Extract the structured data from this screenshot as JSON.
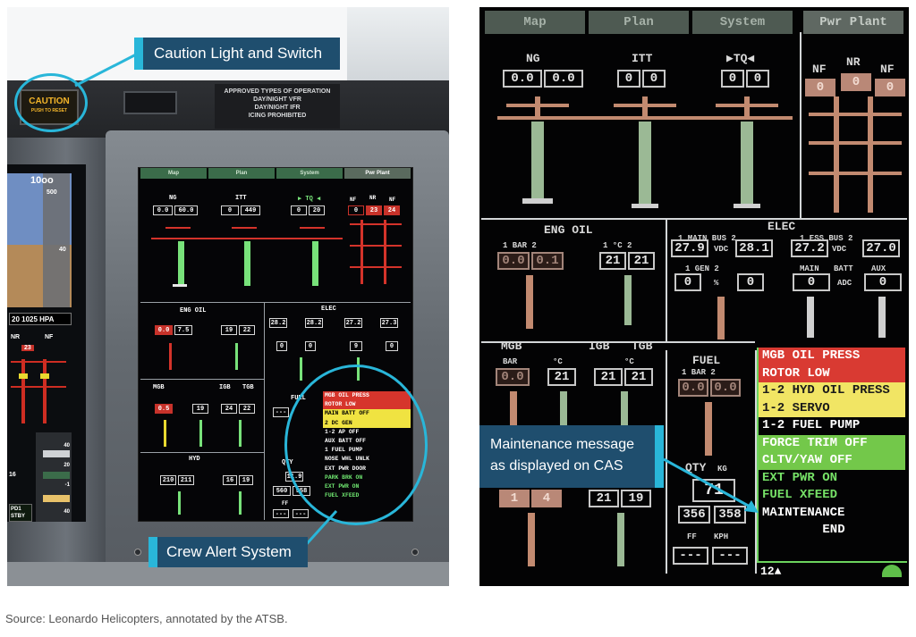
{
  "annotations": {
    "caution": "Caution Light and Switch",
    "crew_alert": "Crew Alert System",
    "maintenance": [
      "Maintenance message",
      "as displayed on CAS"
    ]
  },
  "source_caption": "Source: Leonardo Helicopters, annotated by the ATSB.",
  "photo": {
    "caution_light": {
      "label": "CAUTION",
      "sub": "PUSH TO RESET"
    },
    "placard": [
      "APPROVED TYPES OF OPERATION",
      "DAY/NIGHT VFR",
      "DAY/NIGHT IFR",
      "ICING PROHIBITED"
    ],
    "pfd": {
      "airspeed": "10oo",
      "tape_top": "500",
      "tape_mid": "40",
      "baro": "20 1025 HPA",
      "nr": "NR",
      "nf": "NF",
      "nr_value": "23",
      "scale": [
        "40",
        "20",
        "-1",
        "40"
      ],
      "left_num": "16",
      "pd_label": [
        "PD1",
        "STBY"
      ]
    },
    "mfd": {
      "tabs": [
        "Map",
        "Plan",
        "System",
        "Pwr Plant"
      ],
      "ng": "NG",
      "itt": "ITT",
      "tq": "▶ TQ ◀",
      "ng_values": [
        "0.0",
        "60.0"
      ],
      "itt_values": [
        "0",
        "449"
      ],
      "tq_values": [
        "0",
        "20"
      ],
      "nf": "NF",
      "nr": "NR",
      "nf2": "NF",
      "nf_values": [
        "0",
        "23",
        "24"
      ],
      "eng_oil": "ENG OIL",
      "eng_oil_values": [
        "0.0",
        "7.5"
      ],
      "eng_oil_temp": [
        "19",
        "22"
      ],
      "elec": "ELEC",
      "elec_values": [
        "28.2",
        "28.2",
        "27.2",
        "27.3"
      ],
      "elec_row2": [
        "0",
        "0",
        "9",
        "0"
      ],
      "mgb": "MGB",
      "igb": "IGB",
      "tgb": "TGB",
      "mgb_values": [
        "0.5",
        "19",
        "24",
        "22"
      ],
      "fuel": "FUEL",
      "qty": "QTY",
      "fuel_values": [
        "---",
        "11",
        "11.9",
        "560",
        "558"
      ],
      "hyd": "HYD",
      "hyd_values": [
        "210",
        "211",
        "16",
        "19"
      ],
      "ff": "FF",
      "ff_values": [
        "---",
        "---"
      ],
      "cas": [
        {
          "text": "MGB OIL PRESS",
          "style": "red"
        },
        {
          "text": "ROTOR LOW",
          "style": "red"
        },
        {
          "text": "MAIN BATT OFF",
          "style": "amb"
        },
        {
          "text": "2 DC GEN",
          "style": "amb"
        },
        {
          "text": "1-2 AP OFF",
          "style": "wht"
        },
        {
          "text": "AUX BATT OFF",
          "style": "wht"
        },
        {
          "text": "1 FUEL PUMP",
          "style": "wht"
        },
        {
          "text": "NOSE WHL UNLK",
          "style": "wht"
        },
        {
          "text": "EXT PWR DOOR",
          "style": "wht"
        },
        {
          "text": "PARK BRK ON",
          "style": "grn"
        },
        {
          "text": "EXT PWR ON",
          "style": "grn"
        },
        {
          "text": "FUEL XFEED",
          "style": "grn"
        }
      ]
    }
  },
  "screen": {
    "tabs": [
      "Map",
      "Plan",
      "System",
      "Pwr Plant"
    ],
    "ng": "NG",
    "itt": "ITT",
    "tq": "▶TQ◀",
    "ng_values": [
      "0.0",
      "0.0"
    ],
    "itt_values": [
      "0",
      "0"
    ],
    "tq_values": [
      "0",
      "0"
    ],
    "nf_left": "NF",
    "nr": "NR",
    "nf_right": "NF",
    "nf_values": [
      "0",
      "0",
      "0"
    ],
    "eng_oil": "ENG OIL",
    "bar_label": "1  BAR  2",
    "temp_label": "1  °C  2",
    "eng_oil_values": [
      "0.0",
      "0.1"
    ],
    "eng_oil_temp": [
      "21",
      "21"
    ],
    "elec": "ELEC",
    "main_bus": "1 MAIN BUS 2",
    "ess_bus": "1 ESS BUS 2",
    "vdc": "VDC",
    "main_bus_values": [
      "27.9",
      "28.1"
    ],
    "ess_bus_values": [
      "27.2",
      "27.0"
    ],
    "gen": "1  GEN  2",
    "pct": "%",
    "gen_values": [
      "0",
      "0"
    ],
    "batt_headers": [
      "MAIN",
      "BATT",
      "AUX"
    ],
    "adc": "ADC",
    "batt_values": [
      "0",
      "0"
    ],
    "mgb": "MGB",
    "igb": "IGB",
    "tgb": "TGB",
    "mgb_bar": "BAR",
    "igb_c": "°C",
    "tgb_c": "°C",
    "mgb_values": [
      "0.0",
      "21",
      "21",
      "21"
    ],
    "fuel": "FUEL",
    "fuel_bar": "1  BAR  2",
    "fuel_values": [
      "0.0",
      "0.0"
    ],
    "qty": "QTY",
    "kg": "KG",
    "qty_value": "71",
    "qty_tanks": [
      "356",
      "358"
    ],
    "ff": "FF",
    "kph": "KPH",
    "ff_values": [
      "---",
      "---"
    ],
    "hyd_values": [
      "1",
      "4",
      "21",
      "19"
    ],
    "cas": [
      {
        "text": "MGB OIL PRESS",
        "style": "red"
      },
      {
        "text": "ROTOR LOW",
        "style": "red"
      },
      {
        "text": "1-2 HYD OIL PRESS",
        "style": "amb"
      },
      {
        "text": "1-2 SERVO",
        "style": "amb"
      },
      {
        "text": "1-2 FUEL PUMP",
        "style": "wht"
      },
      {
        "text": "FORCE TRIM OFF",
        "style": "grn1"
      },
      {
        "text": "CLTV/YAW OFF",
        "style": "grn1"
      },
      {
        "text": "EXT PWR ON",
        "style": "grn"
      },
      {
        "text": "FUEL XFEED",
        "style": "grn"
      },
      {
        "text": "MAINTENANCE",
        "style": "wht"
      },
      {
        "text": "END",
        "style": "wht ctr"
      }
    ],
    "page_indicator": "12▲"
  },
  "colors": {
    "callout_bg": "#1f4e6e",
    "callout_tag": "#29b6d9",
    "cas_red": "#d93a32",
    "cas_amber": "#f1e564",
    "cas_green": "#76e167"
  }
}
